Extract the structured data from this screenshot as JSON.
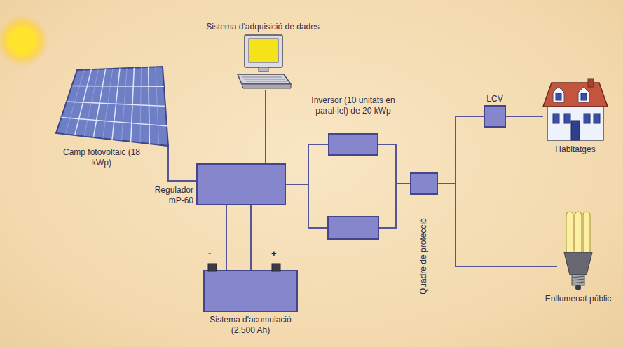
{
  "diagram": {
    "nodes": [
      {
        "text": [
          "Sistema d'adquisició de dades"
        ]
      },
      {
        "text": [
          "Camp fotovoltaic (18 kWp)"
        ]
      },
      {
        "text": [
          "Regulador mP-60"
        ]
      },
      {
        "text": [
          "Sistema d'acumulació (2.500 Ah)"
        ]
      },
      {
        "text": [
          "Inversor (10 unitats en paral·lel) de 20 kWp"
        ]
      },
      {
        "text": [
          "Quadre de protecció"
        ]
      },
      {
        "text": [
          "LCV"
        ]
      },
      {
        "text": [
          "Habitatges"
        ]
      },
      {
        "text": [
          "Enllumenat públic"
        ]
      }
    ],
    "edges": [
      {
        "from": 1,
        "to": 2,
        "arrow": "none"
      },
      {
        "from": 0,
        "to": 2,
        "arrow": "none"
      },
      {
        "from": 2,
        "to": 3,
        "arrow": "none"
      },
      {
        "from": 2,
        "to": 4,
        "arrow": "none"
      },
      {
        "from": 4,
        "to": 5,
        "arrow": "none"
      },
      {
        "from": 5,
        "to": 6,
        "arrow": "none"
      },
      {
        "from": 6,
        "to": 7,
        "arrow": "none"
      },
      {
        "from": 5,
        "to": 8,
        "arrow": "none"
      }
    ],
    "labels": [
      "-",
      "+"
    ]
  }
}
